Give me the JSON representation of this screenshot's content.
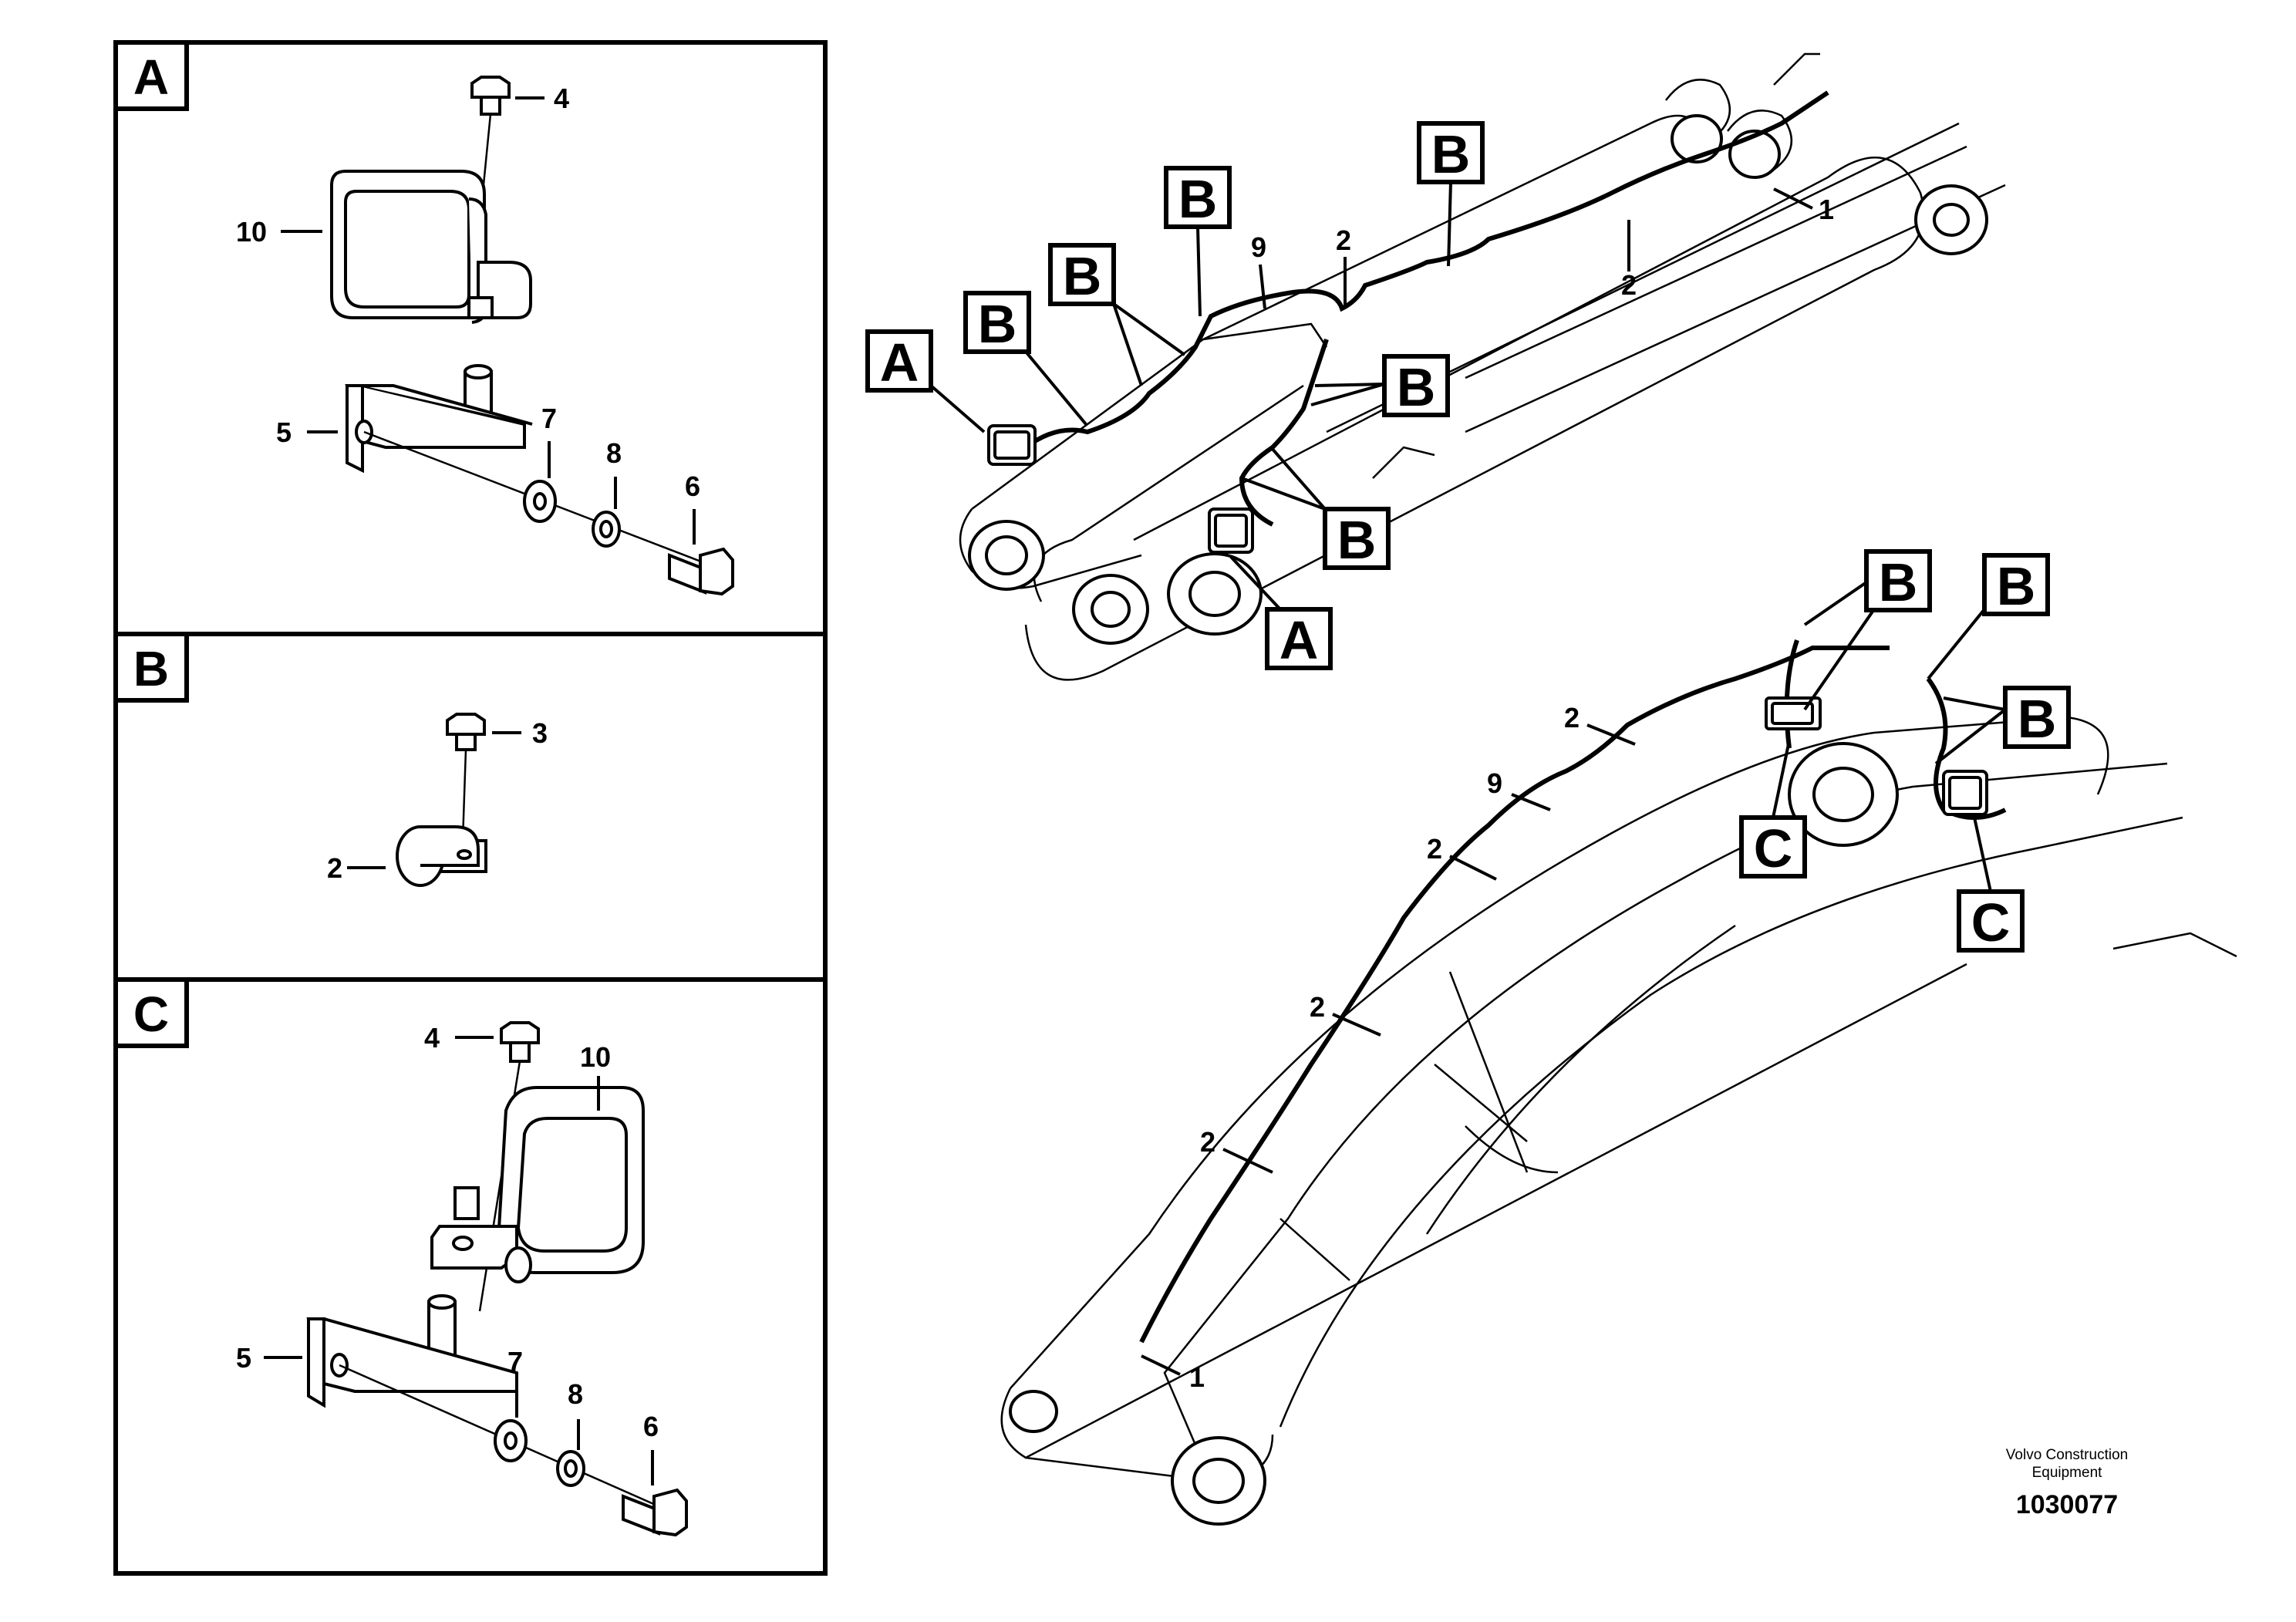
{
  "panels": [
    {
      "letter": "A"
    },
    {
      "letter": "B"
    },
    {
      "letter": "C"
    }
  ],
  "panel_a": {
    "p4": "4",
    "p10": "10",
    "p5": "5",
    "p7": "7",
    "p8": "8",
    "p6": "6"
  },
  "panel_b": {
    "p3": "3",
    "p2": "2"
  },
  "panel_c": {
    "p4": "4",
    "p10": "10",
    "p5": "5",
    "p7": "7",
    "p8": "8",
    "p6": "6"
  },
  "upper": {
    "callouts": [
      "A",
      "B",
      "B",
      "B",
      "B",
      "B",
      "B",
      "A"
    ],
    "n9": "9",
    "n2a": "2",
    "n2b": "2",
    "n1": "1"
  },
  "lower": {
    "callouts": [
      "B",
      "B",
      "B",
      "C",
      "C"
    ],
    "n2a": "2",
    "n9": "9",
    "n2b": "2",
    "n2c": "2",
    "n2d": "2",
    "n1": "1"
  },
  "footer": {
    "company_line1": "Volvo Construction",
    "company_line2": "Equipment",
    "drawing_number": "1030077"
  }
}
